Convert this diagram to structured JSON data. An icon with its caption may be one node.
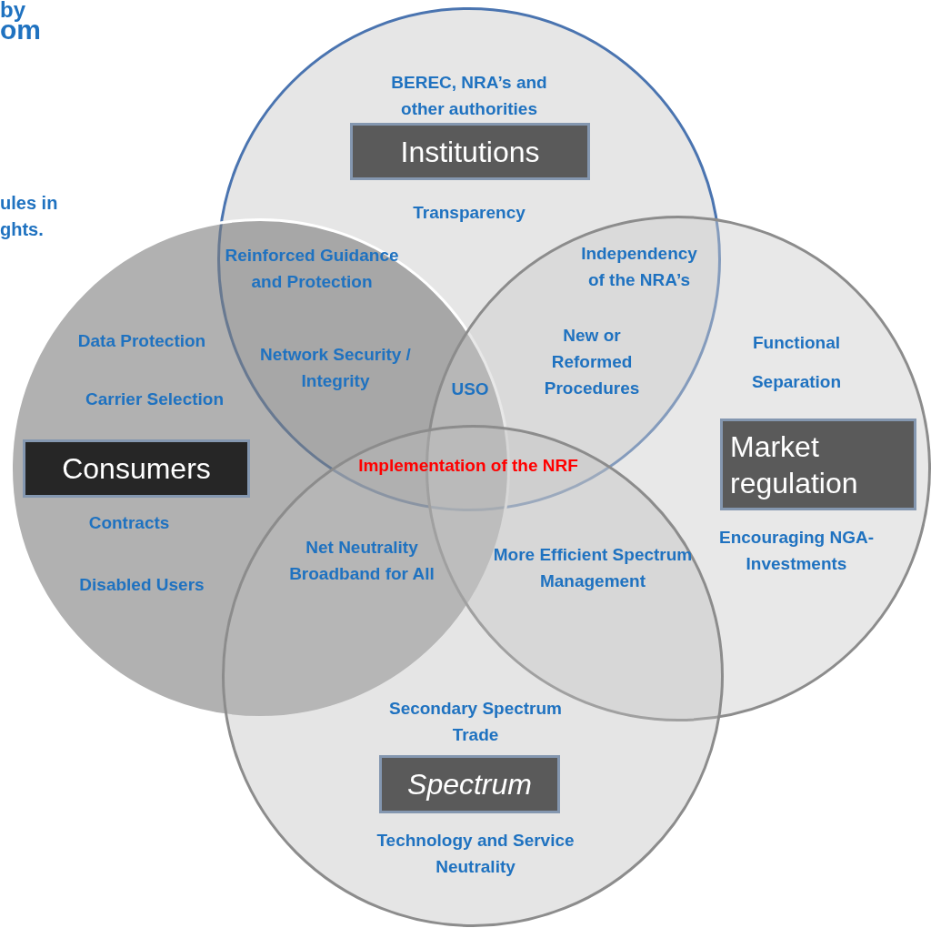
{
  "diagram": {
    "nodes": [
      {
        "text": [],
        "shape": "circle"
      },
      {
        "text": [],
        "shape": "circle"
      },
      {
        "text": [],
        "shape": "circle"
      },
      {
        "text": [],
        "shape": "circle"
      },
      {
        "text": [
          "Institutions"
        ],
        "in": 0
      },
      {
        "text": [
          "Consumers"
        ],
        "in": 1
      },
      {
        "text": [
          "Market regulation"
        ],
        "in": 2
      },
      {
        "text": [
          "Spectrum"
        ],
        "in": 3
      }
    ],
    "labels": [
      "by",
      "om",
      "ules in ghts.",
      "BEREC, NRA’s and other authorities",
      "Transparency",
      "Reinforced Guidance and Protection",
      "Independency of the NRA’s",
      "Data Protection",
      "Network Security / Integrity",
      "New or Reformed Procedures",
      "Functional",
      "Separation",
      "Carrier Selection",
      "USO",
      "Implementation of the NRF",
      "Contracts",
      "Disabled Users",
      "Net Neutrality Broadband for All",
      "More Efficient Spectrum Management",
      "Encouraging NGA- Investments",
      "Secondary Spectrum Trade",
      "Technology and Service Neutrality"
    ]
  }
}
